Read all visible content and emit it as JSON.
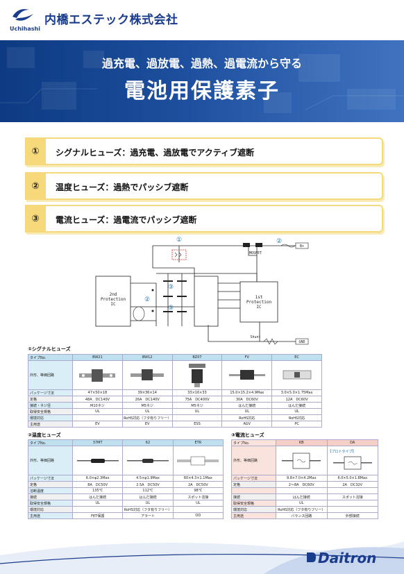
{
  "company": {
    "name": "内橋エステック株式会社",
    "logo_text": "Uchihashi"
  },
  "banner": {
    "subtitle": "過充電、過放電、過熱、過電流から守る",
    "title": "電池用保護素子"
  },
  "features": [
    {
      "num": "①",
      "text": "シグナルヒューズ：過充電、過放電でアクティブ遮断"
    },
    {
      "num": "②",
      "text": "温度ヒューズ：過熱でパッシブ遮断"
    },
    {
      "num": "③",
      "text": "電流ヒューズ：過電流でパッシブ遮断"
    }
  ],
  "diagram": {
    "ic2": [
      "2nd",
      "Protection",
      "IC"
    ],
    "ic1": [
      "1st",
      "Protection",
      "IC"
    ],
    "mosfet": "MOSFET",
    "shunt": "Shunt",
    "bplus": "B+",
    "gnd": "GND",
    "m1": "①",
    "m2": "②",
    "m3": "③"
  },
  "signal": {
    "title": "①シグナルヒューズ",
    "type_label": "タイプNo.",
    "types": [
      "BW21",
      "BW12",
      "BZ07",
      "FV",
      "EC"
    ],
    "rows": [
      {
        "label": "外形、等価回路",
        "cells": [
          "",
          "",
          "",
          "",
          ""
        ]
      },
      {
        "label": "パッケージ寸法",
        "cells": [
          "47×50×18",
          "39×36×14",
          "33×16×33",
          "15.0×15.2×4.9Max",
          "3.0×5.0×1.75Max"
        ]
      },
      {
        "label": "定格",
        "cells": [
          "48A　DC140V",
          "26A　DC140V",
          "75A　DC400V",
          "30A　DC60V",
          "12A　DC60V"
        ]
      },
      {
        "label": "接続・ネジ径",
        "cells": [
          "M10ネジ",
          "M5ネジ",
          "M5ネジ",
          "はんだ接続",
          "はんだ接続"
        ]
      },
      {
        "label": "取得安全規格",
        "cells": [
          "UL",
          "UL",
          "UL",
          "UL",
          "UL"
        ]
      },
      {
        "label": "環境対応",
        "cells": [
          "",
          "RoHS対応（フタ有りフリー）",
          "",
          "RoHS対応",
          "RoHS対応"
        ]
      },
      {
        "label": "主用途",
        "cells": [
          "EV",
          "EV",
          "ESS",
          "AGV",
          "PC"
        ]
      }
    ]
  },
  "thermal": {
    "title": "②温度ヒューズ",
    "type_label": "タイプNo.",
    "types": [
      "37MT",
      "62",
      "ETR"
    ],
    "rows": [
      {
        "label": "外形、等価回路",
        "cells": [
          "",
          "",
          ""
        ]
      },
      {
        "label": "パッケージ寸法",
        "cells": [
          "6.0×φ2.3Max",
          "4.5×φ1.9Max",
          "60×4.3×1.1Max"
        ]
      },
      {
        "label": "定格",
        "cells": [
          "8A　DC50V",
          "2.5A　DC50V",
          "2A　DC50V"
        ]
      },
      {
        "label": "溶断温度",
        "cells": [
          "135℃",
          "112℃",
          "98℃"
        ]
      },
      {
        "label": "接続",
        "cells": [
          "はんだ接続",
          "はんだ接続",
          "スポット溶接"
        ]
      },
      {
        "label": "取得安全規格",
        "cells": [
          "UL",
          "UL",
          "UL"
        ]
      },
      {
        "label": "環境対応",
        "cells": [
          "",
          "RoHS対応（フタ有りフリー）",
          ""
        ]
      },
      {
        "label": "主用途",
        "cells": [
          "FET保護",
          "アラート",
          "OD"
        ]
      }
    ]
  },
  "current": {
    "title": "③電流ヒューズ",
    "type_label": "タイプNo.",
    "types": [
      "KB",
      "DA"
    ],
    "proto": "【プロトタイプ】",
    "rows": [
      {
        "label": "外形、等価回路",
        "cells": [
          "",
          ""
        ]
      },
      {
        "label": "パッケージ寸法",
        "cells": [
          "9.8×7.0×4.2Max",
          "6.0×5.0×1.8Max"
        ]
      },
      {
        "label": "定格",
        "cells": [
          "2～8A　DC60V",
          "2A　DC32V"
        ]
      },
      {
        "label": "",
        "cells": [
          "",
          ""
        ]
      },
      {
        "label": "接続",
        "cells": [
          "はんだ接続",
          "スポット溶接"
        ]
      },
      {
        "label": "取得安全規格",
        "cells": [
          "UL",
          ""
        ]
      },
      {
        "label": "環境対応",
        "cells": [
          "RoHS対応（フタ有りフリー）",
          ""
        ]
      },
      {
        "label": "主用途",
        "cells": [
          "バランス回路",
          "外部接続"
        ]
      }
    ]
  },
  "brand": "Daitron",
  "colors": {
    "navy": "#1a3c8c",
    "gold": "#f5d97a",
    "blue_head": "#bfe0ef",
    "pink_head": "#f5cfc6"
  }
}
